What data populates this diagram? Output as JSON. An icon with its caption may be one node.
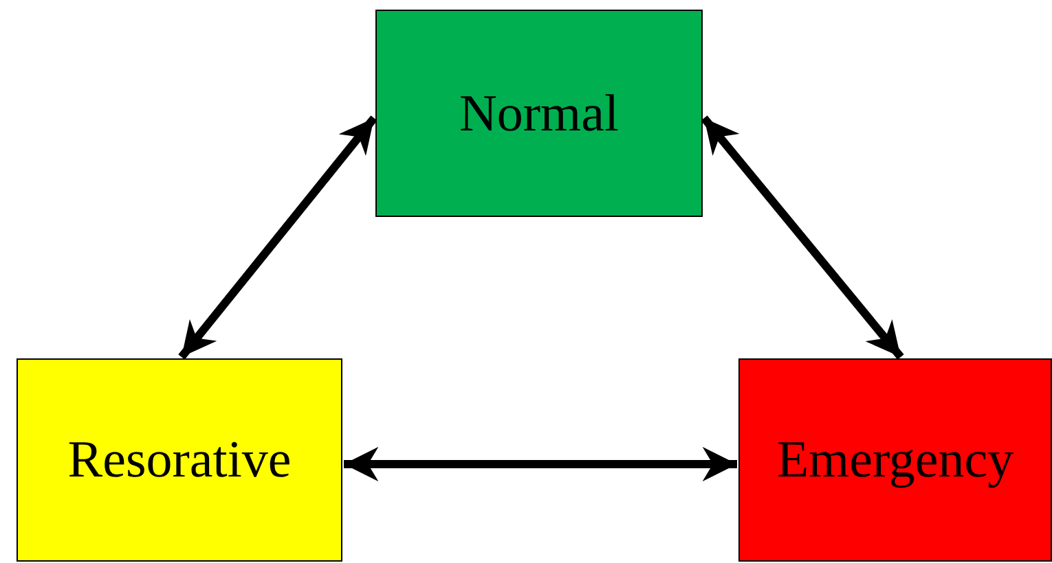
{
  "diagram": {
    "nodes": [
      {
        "text": [
          "Normal"
        ]
      },
      {
        "text": [
          "Resorative"
        ]
      },
      {
        "text": [
          "Emergency"
        ]
      }
    ],
    "edges": [
      {
        "from": 0,
        "to": 1,
        "arrow": "both"
      },
      {
        "from": 0,
        "to": 2,
        "arrow": "both"
      },
      {
        "from": 1,
        "to": 2,
        "arrow": "both"
      }
    ]
  }
}
